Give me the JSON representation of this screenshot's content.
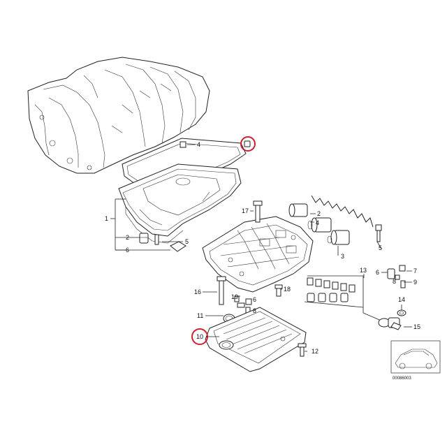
{
  "colors": {
    "highlight": "#d0202a",
    "line": "#222222",
    "background": "#ffffff"
  },
  "callouts": [
    {
      "id": "4",
      "text": "4"
    },
    {
      "id": "1",
      "text": "1"
    },
    {
      "id": "2",
      "text": "2"
    },
    {
      "id": "5",
      "text": "5"
    },
    {
      "id": "6",
      "text": "6"
    },
    {
      "id": "17",
      "text": "17"
    },
    {
      "id": "2r",
      "text": "2"
    },
    {
      "id": "3",
      "text": "3"
    },
    {
      "id": "4r",
      "text": "4"
    },
    {
      "id": "5r",
      "text": "5"
    },
    {
      "id": "13",
      "text": "13"
    },
    {
      "id": "6r",
      "text": "6"
    },
    {
      "id": "7",
      "text": "7"
    },
    {
      "id": "8",
      "text": "8"
    },
    {
      "id": "9",
      "text": "9"
    },
    {
      "id": "16",
      "text": "16"
    },
    {
      "id": "18",
      "text": "18"
    },
    {
      "id": "19",
      "text": "19"
    },
    {
      "id": "6c",
      "text": "6"
    },
    {
      "id": "8c",
      "text": "8"
    },
    {
      "id": "11",
      "text": "11"
    },
    {
      "id": "14",
      "text": "14"
    },
    {
      "id": "15",
      "text": "15"
    },
    {
      "id": "10",
      "text": "10"
    },
    {
      "id": "12",
      "text": "12"
    }
  ],
  "highlighted": [
    "10",
    "seal-plug"
  ],
  "image_code": "00086003"
}
